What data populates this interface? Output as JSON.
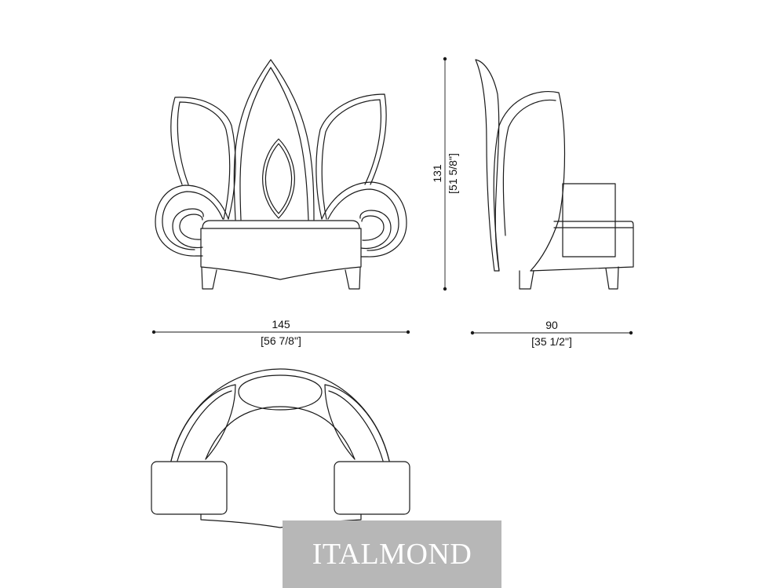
{
  "dimensions": {
    "width": {
      "cm": "145",
      "inch": "[56 7/8\"]"
    },
    "depth": {
      "cm": "90",
      "inch": "[35 1/2\"]"
    },
    "height": {
      "cm": "131",
      "inch": "[51 5/8\"]"
    }
  },
  "brand": {
    "name": "ITALMOND",
    "background": "#b7b7b7",
    "text_color": "#ffffff"
  },
  "line_color": "#1a1a1a"
}
